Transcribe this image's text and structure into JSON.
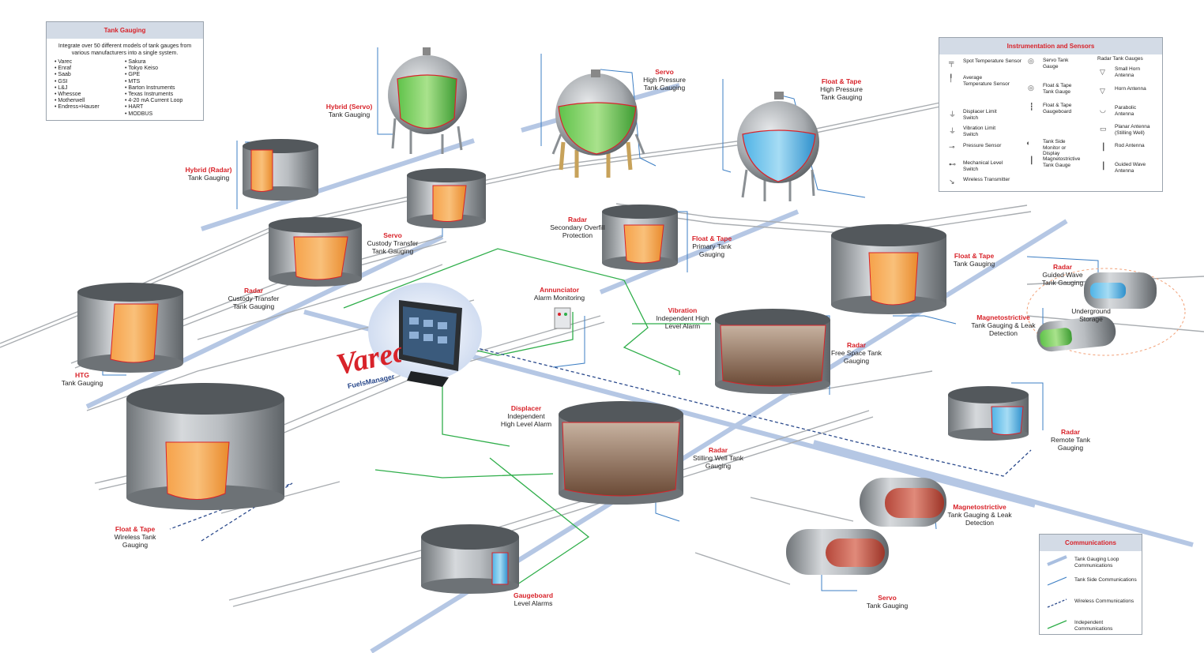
{
  "tank_gauging": {
    "title": "Tank Gauging",
    "intro": "Integrate over 50 different models of tank gauges from various manufacturers into a single system.",
    "col1": [
      "• Varec",
      "• Enraf",
      "• Saab",
      "• GSI",
      "• L&J",
      "• Whessoe",
      "• Motherwell",
      "• Endress+Hauser"
    ],
    "col2": [
      "• Sakura",
      "• Tokyo Keiso",
      "• GPE",
      "• MTS",
      "• Barton Instruments",
      "• Texas Instruments",
      "• 4-20 mA Current Loop",
      "• HART",
      "• MODBUS"
    ]
  },
  "instrumentation": {
    "title": "Instrumentation and Sensors",
    "col1": [
      "Spot Temperature Sensor",
      "Average Temperature Sensor",
      "Displacer Limit Switch",
      "Vibration Limit Switch",
      "Pressure Sensor",
      "Mechanical Level Switch",
      "Wireless Transmitter"
    ],
    "col2": [
      "Servo Tank Gauge",
      "Float & Tape Tank Gauge",
      "Float & Tape Gaugeboard",
      "Tank Side Monitor or Display",
      "Magnetostrictive Tank Gauge"
    ],
    "col3_title": "Radar Tank Gauges",
    "col3": [
      "Small Horn Antenna",
      "Horn Antenna",
      "Parabolic Antenna",
      "Planar Antenna (Stilling Well)",
      "Rod Antenna",
      "Guided Wave Antenna"
    ]
  },
  "communications": {
    "title": "Communications",
    "items": [
      "Tank Gauging Loop Communications",
      "Tank Side Communications",
      "Wireless Communications",
      "Independent Communications"
    ]
  },
  "brand": {
    "logo_text": "Varec",
    "product": "FuelsManager"
  },
  "labels": [
    {
      "red": "Hybrid (Servo)",
      "black": "Tank Gauging"
    },
    {
      "red": "Servo",
      "black": "High Pressure Tank Gauging"
    },
    {
      "red": "Float & Tape",
      "black": "High Pressure Tank Gauging"
    },
    {
      "red": "Hybrid (Radar)",
      "black": "Tank Gauging"
    },
    {
      "red": "Servo",
      "black": "Custody Transfer Tank Gauging"
    },
    {
      "red": "Radar",
      "black": "Secondary Overfill Protection"
    },
    {
      "red": "Float & Tape",
      "black": "Primary Tank Gauging"
    },
    {
      "red": "Float & Tape",
      "black": "Tank Gauging"
    },
    {
      "red": "Radar",
      "black": "Custody Transfer Tank Gauging"
    },
    {
      "red": "Annunciator",
      "black": "Alarm Monitoring"
    },
    {
      "red": "Radar",
      "black": "Guided Wave Tank Gauging"
    },
    {
      "red": "",
      "black": "Underground Storage"
    },
    {
      "red": "Magnetostrictive",
      "black": "Tank Gauging & Leak Detection"
    },
    {
      "red": "Vibration",
      "black": "Independent High Level Alarm"
    },
    {
      "red": "Radar",
      "black": "Free Space Tank Gauging"
    },
    {
      "red": "HTG",
      "black": "Tank Gauging"
    },
    {
      "red": "Displacer",
      "black": "Independent High Level Alarm"
    },
    {
      "red": "Radar",
      "black": "Stilling Well Tank Gauging"
    },
    {
      "red": "Radar",
      "black": "Remote Tank Gauging"
    },
    {
      "red": "Float & Tape",
      "black": "Wireless Tank Gauging"
    },
    {
      "red": "Magnetostrictive",
      "black": "Tank Gauging & Leak Detection"
    },
    {
      "red": "Gaugeboard",
      "black": "Level Alarms"
    },
    {
      "red": "Servo",
      "black": "Tank Gauging"
    }
  ],
  "colors": {
    "accent_red": "#d8232a",
    "loop_blue": "#a9bfe0",
    "side_blue": "#3d7fc4",
    "independent_green": "#2fae4a",
    "panel_head": "#d3dbe6"
  }
}
